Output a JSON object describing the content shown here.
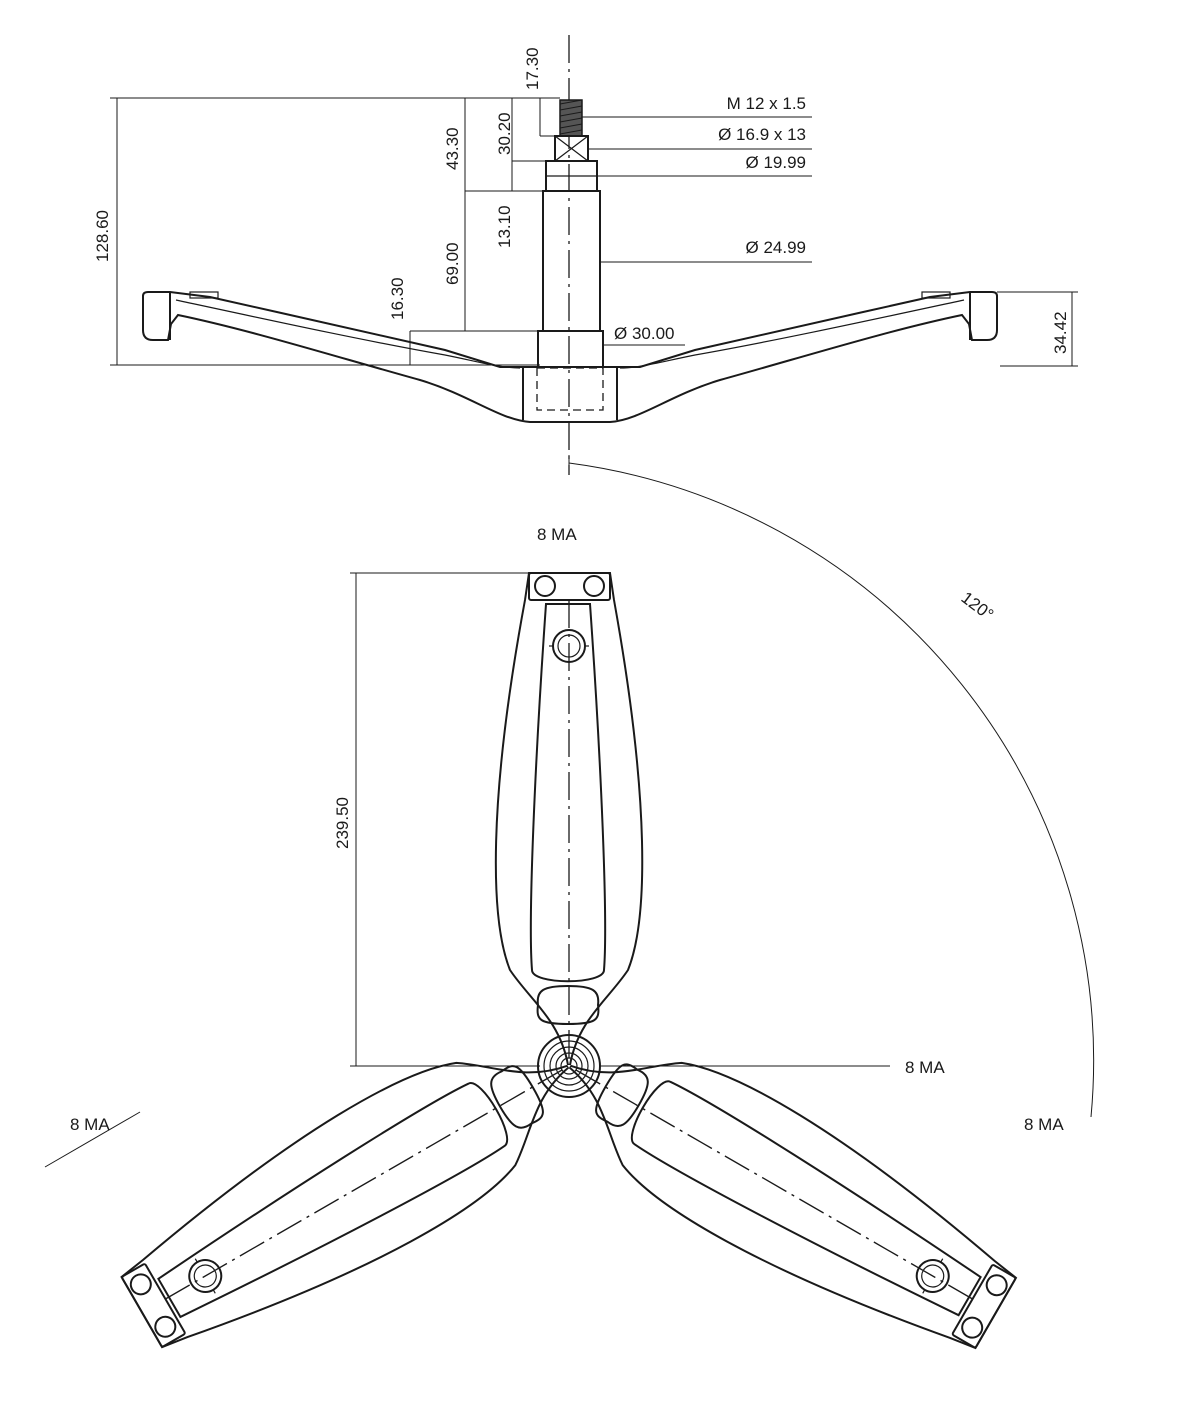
{
  "side_view": {
    "dimensions": {
      "thread": "M 12 x 1.5",
      "dia_seal": "Ø 16.9 x 13",
      "dia_bearing_small": "Ø 19.99",
      "dia_shaft": "Ø 24.99",
      "dia_hub": "Ø 30.00",
      "len_thread": "17.30",
      "len_upper": "30.20",
      "len_top_section": "43.30",
      "len_step": "13.10",
      "len_shaft": "69.00",
      "hub_offset": "16.30",
      "overall_height": "128.60",
      "arm_end_height": "34.42"
    }
  },
  "top_view": {
    "dimensions": {
      "arm_length": "239.50",
      "angle": "120°"
    },
    "hole_labels": {
      "top": "8 MA",
      "center": "8 MA",
      "left": "8 MA",
      "right": "8 MA"
    }
  }
}
